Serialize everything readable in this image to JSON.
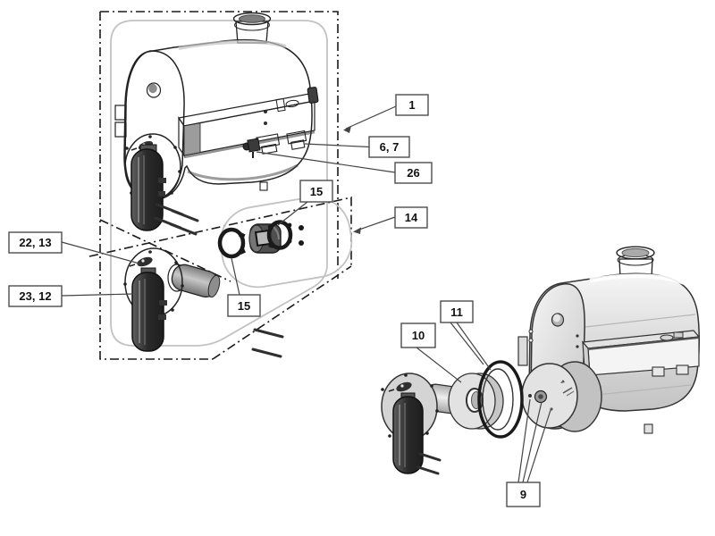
{
  "diagram": {
    "callouts": {
      "c1": {
        "label": "1"
      },
      "c67": {
        "label": "6, 7"
      },
      "c26": {
        "label": "26"
      },
      "c15a": {
        "label": "15"
      },
      "c14": {
        "label": "14"
      },
      "c15b": {
        "label": "15"
      },
      "c2213": {
        "label": "22, 13"
      },
      "c2312": {
        "label": "23, 12"
      },
      "c10": {
        "label": "10"
      },
      "c11": {
        "label": "11"
      },
      "c9": {
        "label": "9"
      }
    },
    "colors": {
      "background": "#ffffff",
      "outline": "#222222",
      "dark_body": "#6e6e6e",
      "light_body": "#d9d9d9",
      "burner_cover": "#333333",
      "ghost_gray": "#c2c2c2",
      "label_border": "#4d4d4d",
      "label_text": "#111111",
      "leader_line": "#444444"
    }
  }
}
